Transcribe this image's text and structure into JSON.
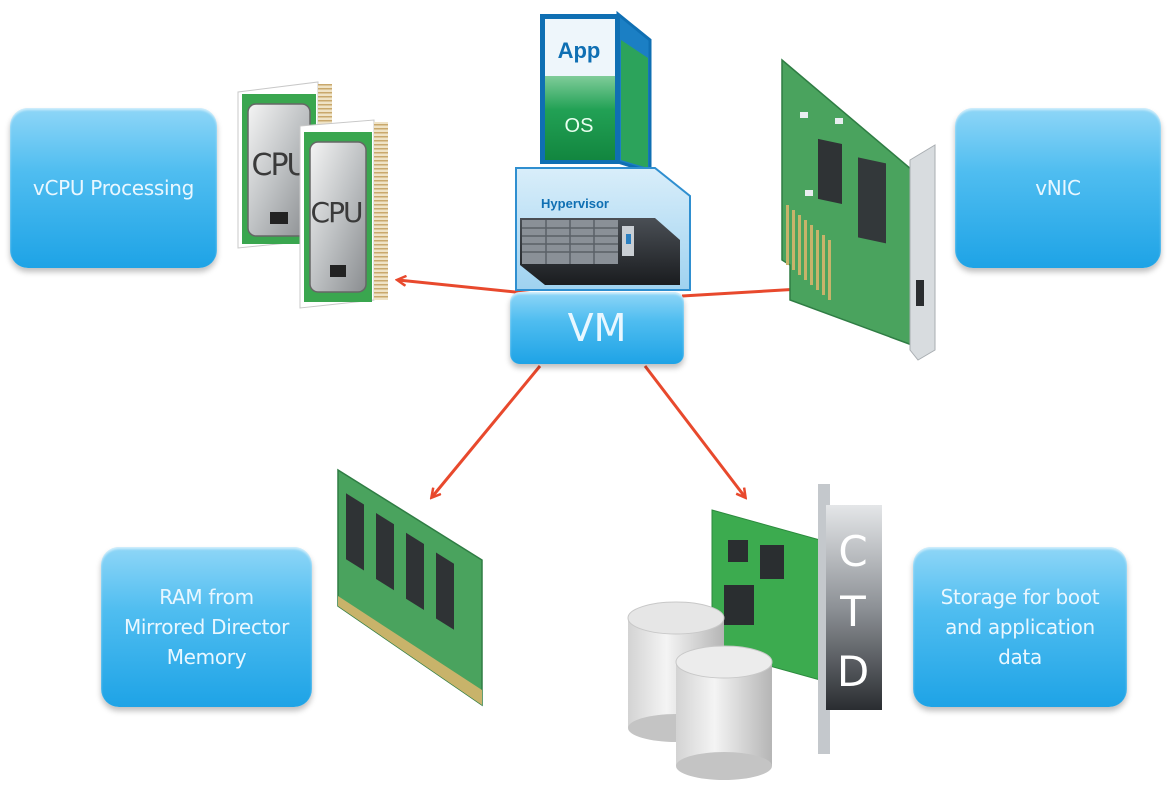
{
  "diagram": {
    "center": {
      "label": "VM"
    },
    "stack": {
      "app_label": "App",
      "os_label": "OS",
      "hypervisor_label": "Hypervisor"
    },
    "nodes": [
      {
        "id": "vcpu",
        "lines": [
          "vCPU Processing"
        ],
        "icon": "cpu-chips-icon"
      },
      {
        "id": "vnic",
        "lines": [
          "vNIC"
        ],
        "icon": "network-card-icon"
      },
      {
        "id": "ram",
        "lines": [
          "RAM from",
          "Mirrored Director",
          "Memory"
        ],
        "icon": "ram-module-icon"
      },
      {
        "id": "storage",
        "lines": [
          "Storage for boot",
          "and application",
          "data"
        ],
        "icon": "storage-controller-disks-icon"
      }
    ],
    "cpu_chip_label": "CPU",
    "storage_card_letters": [
      "C",
      "T",
      "D"
    ],
    "colors": {
      "box_top": "#8fd6f7",
      "box_bottom": "#1ea3e6",
      "arrow": "#e8492d",
      "os_green": "#1f9a52",
      "stack_blue": "#0f6fb3"
    }
  }
}
